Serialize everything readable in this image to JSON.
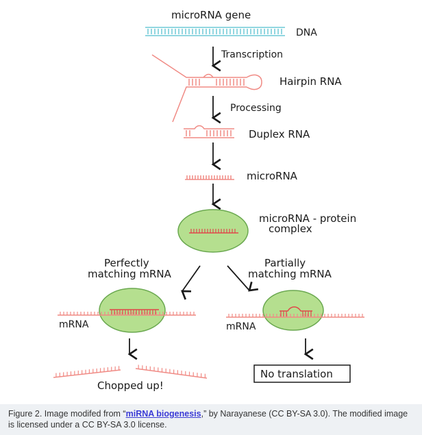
{
  "diagram": {
    "gene_label": "microRNA gene",
    "dna_label": "DNA",
    "step_transcription": "Transcription",
    "hairpin_label": "Hairpin RNA",
    "step_processing": "Processing",
    "duplex_label": "Duplex RNA",
    "microrna_label": "microRNA",
    "complex_label_line1": "microRNA - protein",
    "complex_label_line2": "complex",
    "left_branch_line1": "Perfectly",
    "left_branch_line2": "matching mRNA",
    "right_branch_line1": "Partially",
    "right_branch_line2": "matching mRNA",
    "mrna_left": "mRNA",
    "mrna_right": "mRNA",
    "outcome_left": "Chopped up!",
    "outcome_right": "No translation",
    "colors": {
      "dna": "#6cc9d6",
      "rna": "#f08a84",
      "complex_fill": "#b5df8f",
      "complex_stroke": "#6aa84f"
    }
  },
  "caption": {
    "prefix": "Figure 2. Image modifed from “",
    "link": "miRNA biogenesis",
    "suffix": ",” by Narayanese (CC BY-SA 3.0). The modified image is licensed under a CC BY-SA 3.0 license."
  }
}
